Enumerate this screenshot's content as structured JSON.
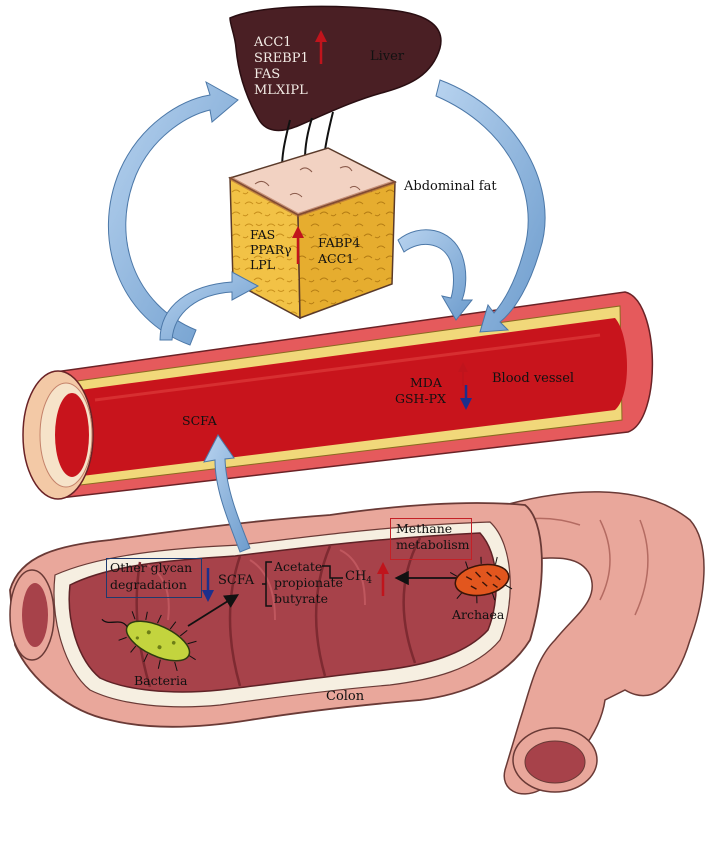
{
  "liver": {
    "markers": [
      "ACC1",
      "SREBP1",
      "FAS",
      "MLXIPL"
    ],
    "label": "Liver"
  },
  "fat": {
    "label": "Abdominal fat",
    "left_markers": [
      "FAS",
      "PPARγ",
      "LPL"
    ],
    "right_markers": [
      "FABP4",
      "ACC1"
    ]
  },
  "vessel": {
    "label": "Blood vessel",
    "markers": [
      "MDA",
      "GSH-PX"
    ],
    "scfa_label": "SCFA"
  },
  "colon": {
    "label": "Colon",
    "glycan_box": [
      "Other glycan",
      "degradation"
    ],
    "scfa": "SCFA",
    "acids": [
      "Acetate",
      "propionate",
      "butyrate"
    ],
    "ch4_main": "CH",
    "ch4_sub": "4",
    "methane_box": [
      "Methane",
      "metabolism"
    ],
    "bacteria": "Bacteria",
    "archaea": "Archaea"
  },
  "colors": {
    "up_arrow": "#c0141c",
    "down_arrow": "#1c2f8c",
    "flow_arrow": "#8fb6dd",
    "liver": "#4a1f24",
    "fat": "#f2c246",
    "vessel": "#c8141c",
    "colon_outer": "#e9a79b",
    "colon_inner": "#a7424a",
    "glycan_box_border": "#1f3a6e",
    "methane_box_border": "#c42026"
  }
}
